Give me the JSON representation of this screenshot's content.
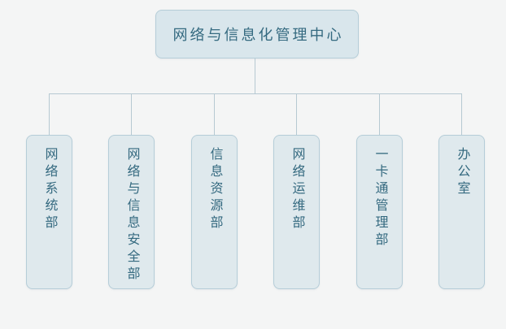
{
  "org_chart": {
    "type": "tree",
    "root": {
      "label": "网络与信息化管理中心"
    },
    "departments": [
      {
        "label": "网络系统部"
      },
      {
        "label": "网络与信息安全部"
      },
      {
        "label": "信息资源部"
      },
      {
        "label": "网络运维部"
      },
      {
        "label": "一卡通管理部"
      },
      {
        "label": "办公室"
      }
    ],
    "colors": {
      "background": "#f4f5f5",
      "root_box_fill": "#d9e6ec",
      "dept_box_fill": "#dfe9ed",
      "box_border": "#b5cdd8",
      "connector_line": "#b6c9d2",
      "text": "#356a80"
    }
  }
}
